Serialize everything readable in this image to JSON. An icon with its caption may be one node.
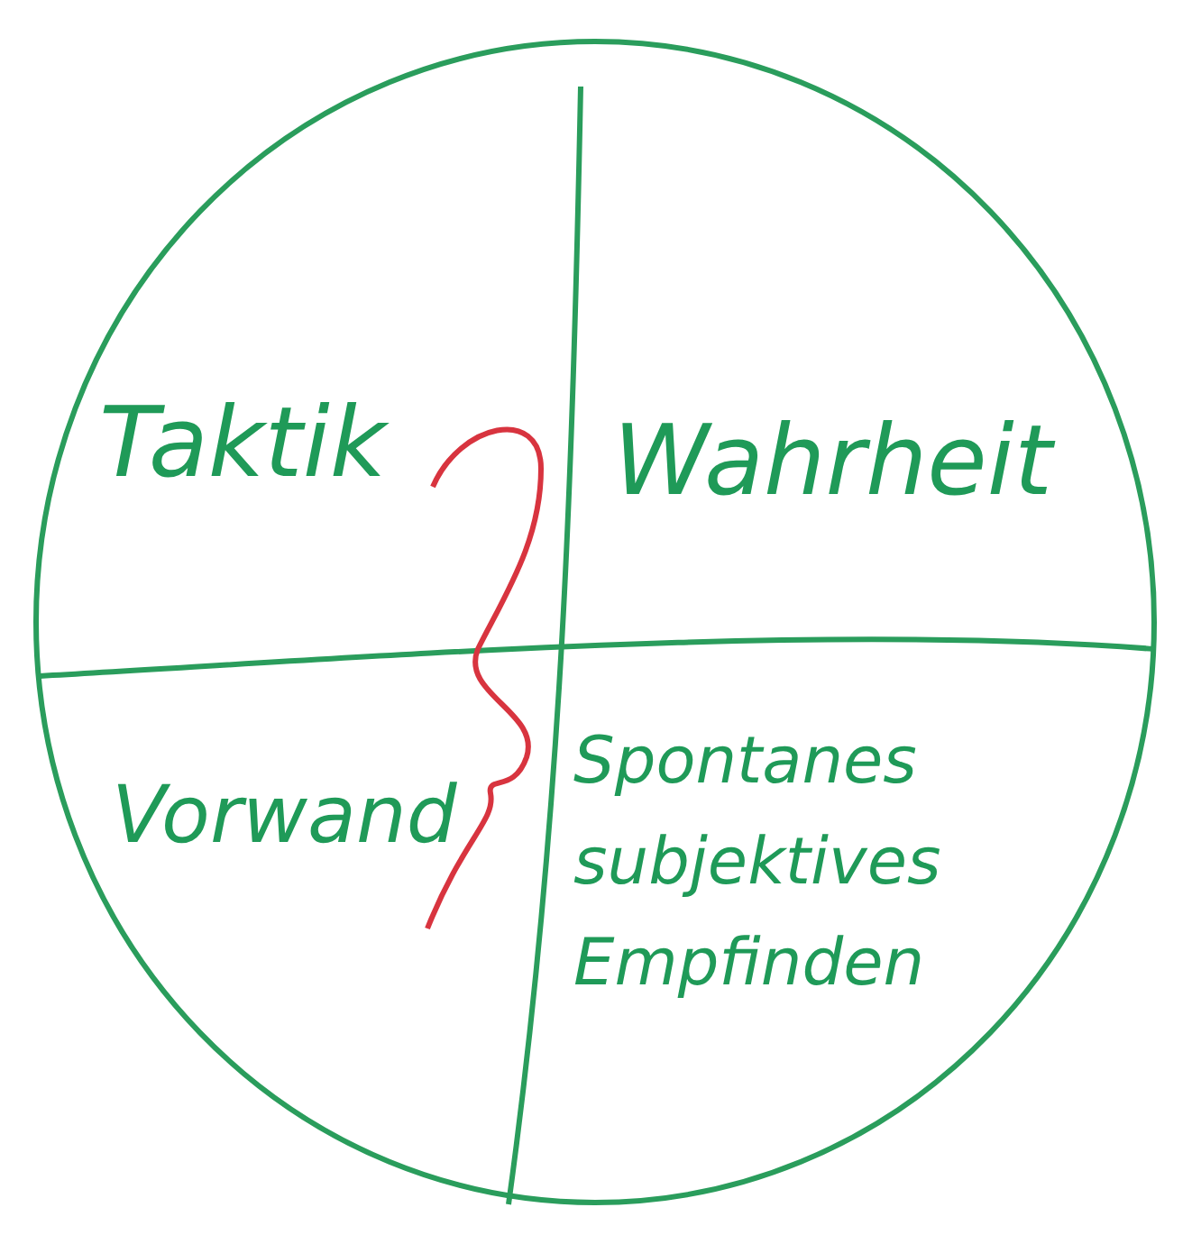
{
  "diagram": {
    "nodes": [
      {
        "text": [
          "Taktik"
        ]
      },
      {
        "text": [
          "Wahrheit"
        ]
      },
      {
        "text": [
          "Vorwand"
        ]
      },
      {
        "text": [
          "Spontanes subjektives Empfinden"
        ]
      }
    ],
    "edges": [
      {
        "from": 0,
        "to": 2,
        "arrow": "none",
        "color": "#d8343f"
      }
    ]
  }
}
